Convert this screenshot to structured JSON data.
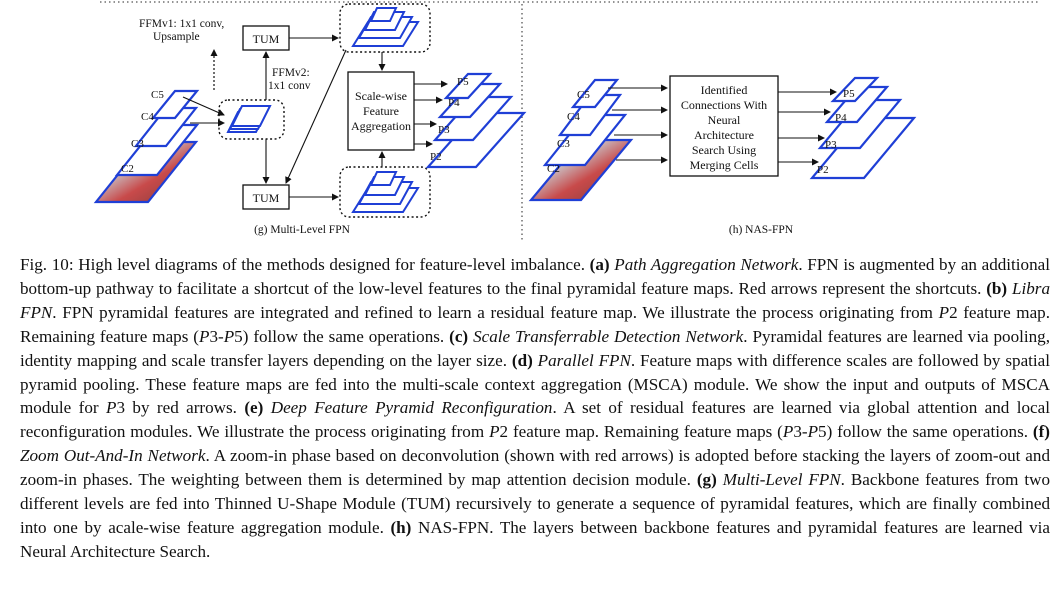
{
  "figure": {
    "panel_g": {
      "ffmv1_line1": "FFMv1: 1x1 conv,",
      "ffmv1_line2": "Upsample",
      "ffmv2_line1": "FFMv2:",
      "ffmv2_line2": "1x1 conv",
      "tum_top": "TUM",
      "tum_bottom": "TUM",
      "sfam_line1": "Scale-wise",
      "sfam_line2": "Feature",
      "sfam_line3": "Aggregation",
      "backbone_labels": [
        "C5",
        "C4",
        "C3",
        "C2"
      ],
      "pyramid_labels": [
        "P5",
        "P4",
        "P3",
        "P2"
      ],
      "subcaption": "(g) Multi-Level FPN"
    },
    "panel_h": {
      "box_lines": [
        "Identified",
        "Connections With",
        "Neural",
        "Architecture",
        "Search Using",
        "Merging Cells"
      ],
      "backbone_labels": [
        "C5",
        "C4",
        "C3",
        "C2"
      ],
      "pyramid_labels": [
        "P5",
        "P4",
        "P3",
        "P2"
      ],
      "subcaption": "(h) NAS-FPN"
    },
    "colors": {
      "map_blue": "#1f3fd6",
      "arrow_red": "#cc1a1a",
      "dots": "#555555"
    }
  },
  "caption": {
    "s01": "Fig. 10: High level diagrams of the methods designed for feature-level imbalance. ",
    "s02": "(a)",
    "s03": "Path Aggregation Network",
    "s04": ". FPN is augmented by an additional bottom-up pathway to facilitate a shortcut of the low-level features to the final pyramidal feature maps. Red arrows represent the shortcuts. ",
    "s05": "(b)",
    "s06": "Libra FPN",
    "s07": ". FPN pyramidal features are integrated and refined to learn a residual feature map. We illustrate the process originating from ",
    "s08": "P",
    "s09": "2 feature map. Remaining feature maps (",
    "s10": "P",
    "s11": "3-",
    "s12": "P",
    "s13": "5) follow the same operations. ",
    "s14": "(c)",
    "s15": "Scale Transferrable Detection Network",
    "s16": ". Pyramidal features are learned via pooling, identity mapping and scale transfer layers depending on the layer size. ",
    "s17": "(d)",
    "s18": "Parallel FPN",
    "s19": ". Feature maps with difference scales are followed by spatial pyramid pooling. These feature maps are fed into the multi-scale context aggregation (MSCA) module. We show the input and outputs of MSCA module for ",
    "s20": "P",
    "s21": "3 by red arrows. ",
    "s22": "(e)",
    "s23": "Deep Feature Pyramid Reconfiguration",
    "s24": ". A set of residual features are learned via global attention and local reconfiguration modules. We illustrate the process originating from ",
    "s25": "P",
    "s26": "2 feature map. Remaining feature maps (",
    "s27": "P",
    "s28": "3-",
    "s29": "P",
    "s30": "5) follow the same operations. ",
    "s31": "(f)",
    "s32": "Zoom Out-And-In Network",
    "s33": ". A zoom-in phase based on deconvolution (shown with red arrows) is adopted before stacking the layers of zoom-out and zoom-in phases. The weighting between them is determined by map attention decision module. ",
    "s34": "(g)",
    "s35": "Multi-Level FPN",
    "s36": ". Backbone features from two different levels are fed into Thinned U-Shape Module (TUM) recursively to generate a sequence of pyramidal features, which are finally combined into one by acale-wise feature aggregation module. ",
    "s37": "(h)",
    "s38": " NAS-FPN. The layers between backbone features and pyramidal features are learned via Neural Architecture Search."
  }
}
